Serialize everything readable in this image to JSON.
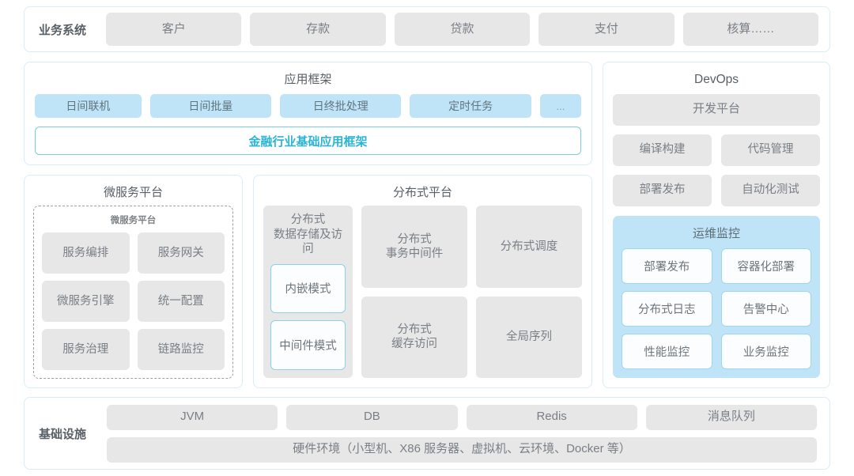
{
  "business_systems": {
    "label": "业务系统",
    "items": [
      "客户",
      "存款",
      "贷款",
      "支付",
      "核算……"
    ]
  },
  "app_framework": {
    "title": "应用框架",
    "tags": [
      "日间联机",
      "日间批量",
      "日终批处理",
      "定时任务",
      "..."
    ],
    "banner": "金融行业基础应用框架",
    "banner_color": "#2ab4d6"
  },
  "microservice_platform": {
    "title": "微服务平台",
    "inner_title": "微服务平台",
    "items": [
      "服务编排",
      "服务网关",
      "微服务引擎",
      "统一配置",
      "服务治理",
      "链路监控"
    ]
  },
  "distributed_platform": {
    "title": "分布式平台",
    "storage": {
      "title": "分布式\n数据存储及访问",
      "title_line1": "分布式",
      "title_line2": "数据存储及访问",
      "modes": [
        "内嵌模式",
        "中间件模式"
      ]
    },
    "column_b": [
      {
        "line1": "分布式",
        "line2": "事务中间件"
      },
      {
        "line1": "分布式",
        "line2": "缓存访问"
      }
    ],
    "column_c": [
      {
        "line1": "分布式调度",
        "line2": ""
      },
      {
        "line1": "全局序列",
        "line2": ""
      }
    ]
  },
  "devops": {
    "title": "DevOps",
    "platform": "开发平台",
    "pairs": [
      "编译构建",
      "代码管理",
      "部署发布",
      "自动化测试"
    ],
    "ops_monitoring": {
      "title": "运维监控",
      "items": [
        "部署发布",
        "容器化部署",
        "分布式日志",
        "告警中心",
        "性能监控",
        "业务监控"
      ],
      "panel_color": "#bfe4f8"
    }
  },
  "infrastructure": {
    "label": "基础设施",
    "items": [
      "JVM",
      "DB",
      "Redis",
      "消息队列"
    ],
    "hardware": "硬件环境（小型机、X86 服务器、虚拟机、云环境、Docker 等）"
  },
  "colors": {
    "grey_box": "#e7e7e8",
    "blue_tag": "#bfe4f8",
    "card_border": "#d9eef4",
    "accent": "#2ab4d6"
  }
}
